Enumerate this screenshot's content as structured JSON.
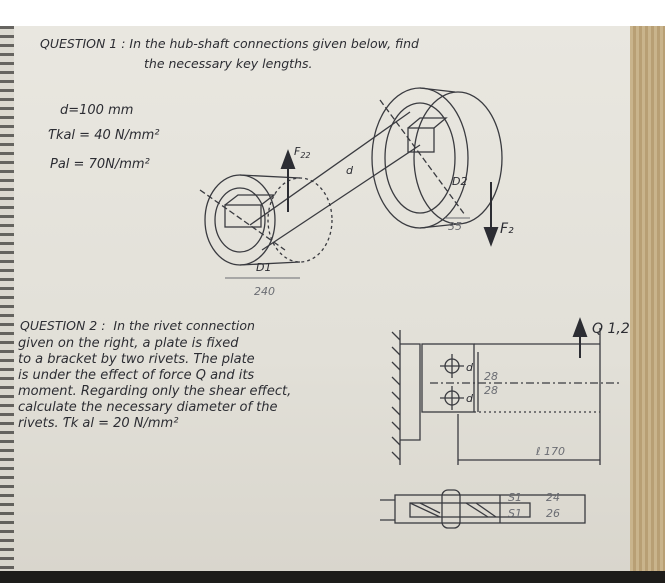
{
  "question1": {
    "line1": "QUESTION 1 :  In the hub-shaft connections given below, find",
    "line2": "the necessary key lengths.",
    "given": {
      "d": "d=100 mm",
      "tau": "Ƭkal = 40 N/mm²",
      "p": "Pal = 70N/mm²"
    },
    "labels": {
      "force1": "F",
      "force1_sub": "22",
      "force2": "F₂",
      "dim_bottom": "240",
      "dim_right": "35",
      "shaft_d": "d",
      "hub_d1": "D1",
      "hub_d2": "D2"
    }
  },
  "question2": {
    "heading": "QUESTION 2 :",
    "lines": [
      "In the rivet connection",
      "given on the right, a plate is fixed",
      "to a bracket by two rivets. The plate",
      "is under the effect of force Q and its",
      "moment. Regarding only the shear effect,",
      "calculate the necessary diameter of the",
      "rivets.  Ƭk al = 20 N/mm²"
    ],
    "labels": {
      "force": "Q 1,2",
      "rivet_d1": "d",
      "rivet_d2": "d",
      "dim_28a": "28",
      "dim_28b": "28",
      "dim_l": "ℓ 170",
      "dim_24": "24",
      "dim_26": "26",
      "dim_s1": "S1",
      "dim_s2": "S1"
    }
  }
}
